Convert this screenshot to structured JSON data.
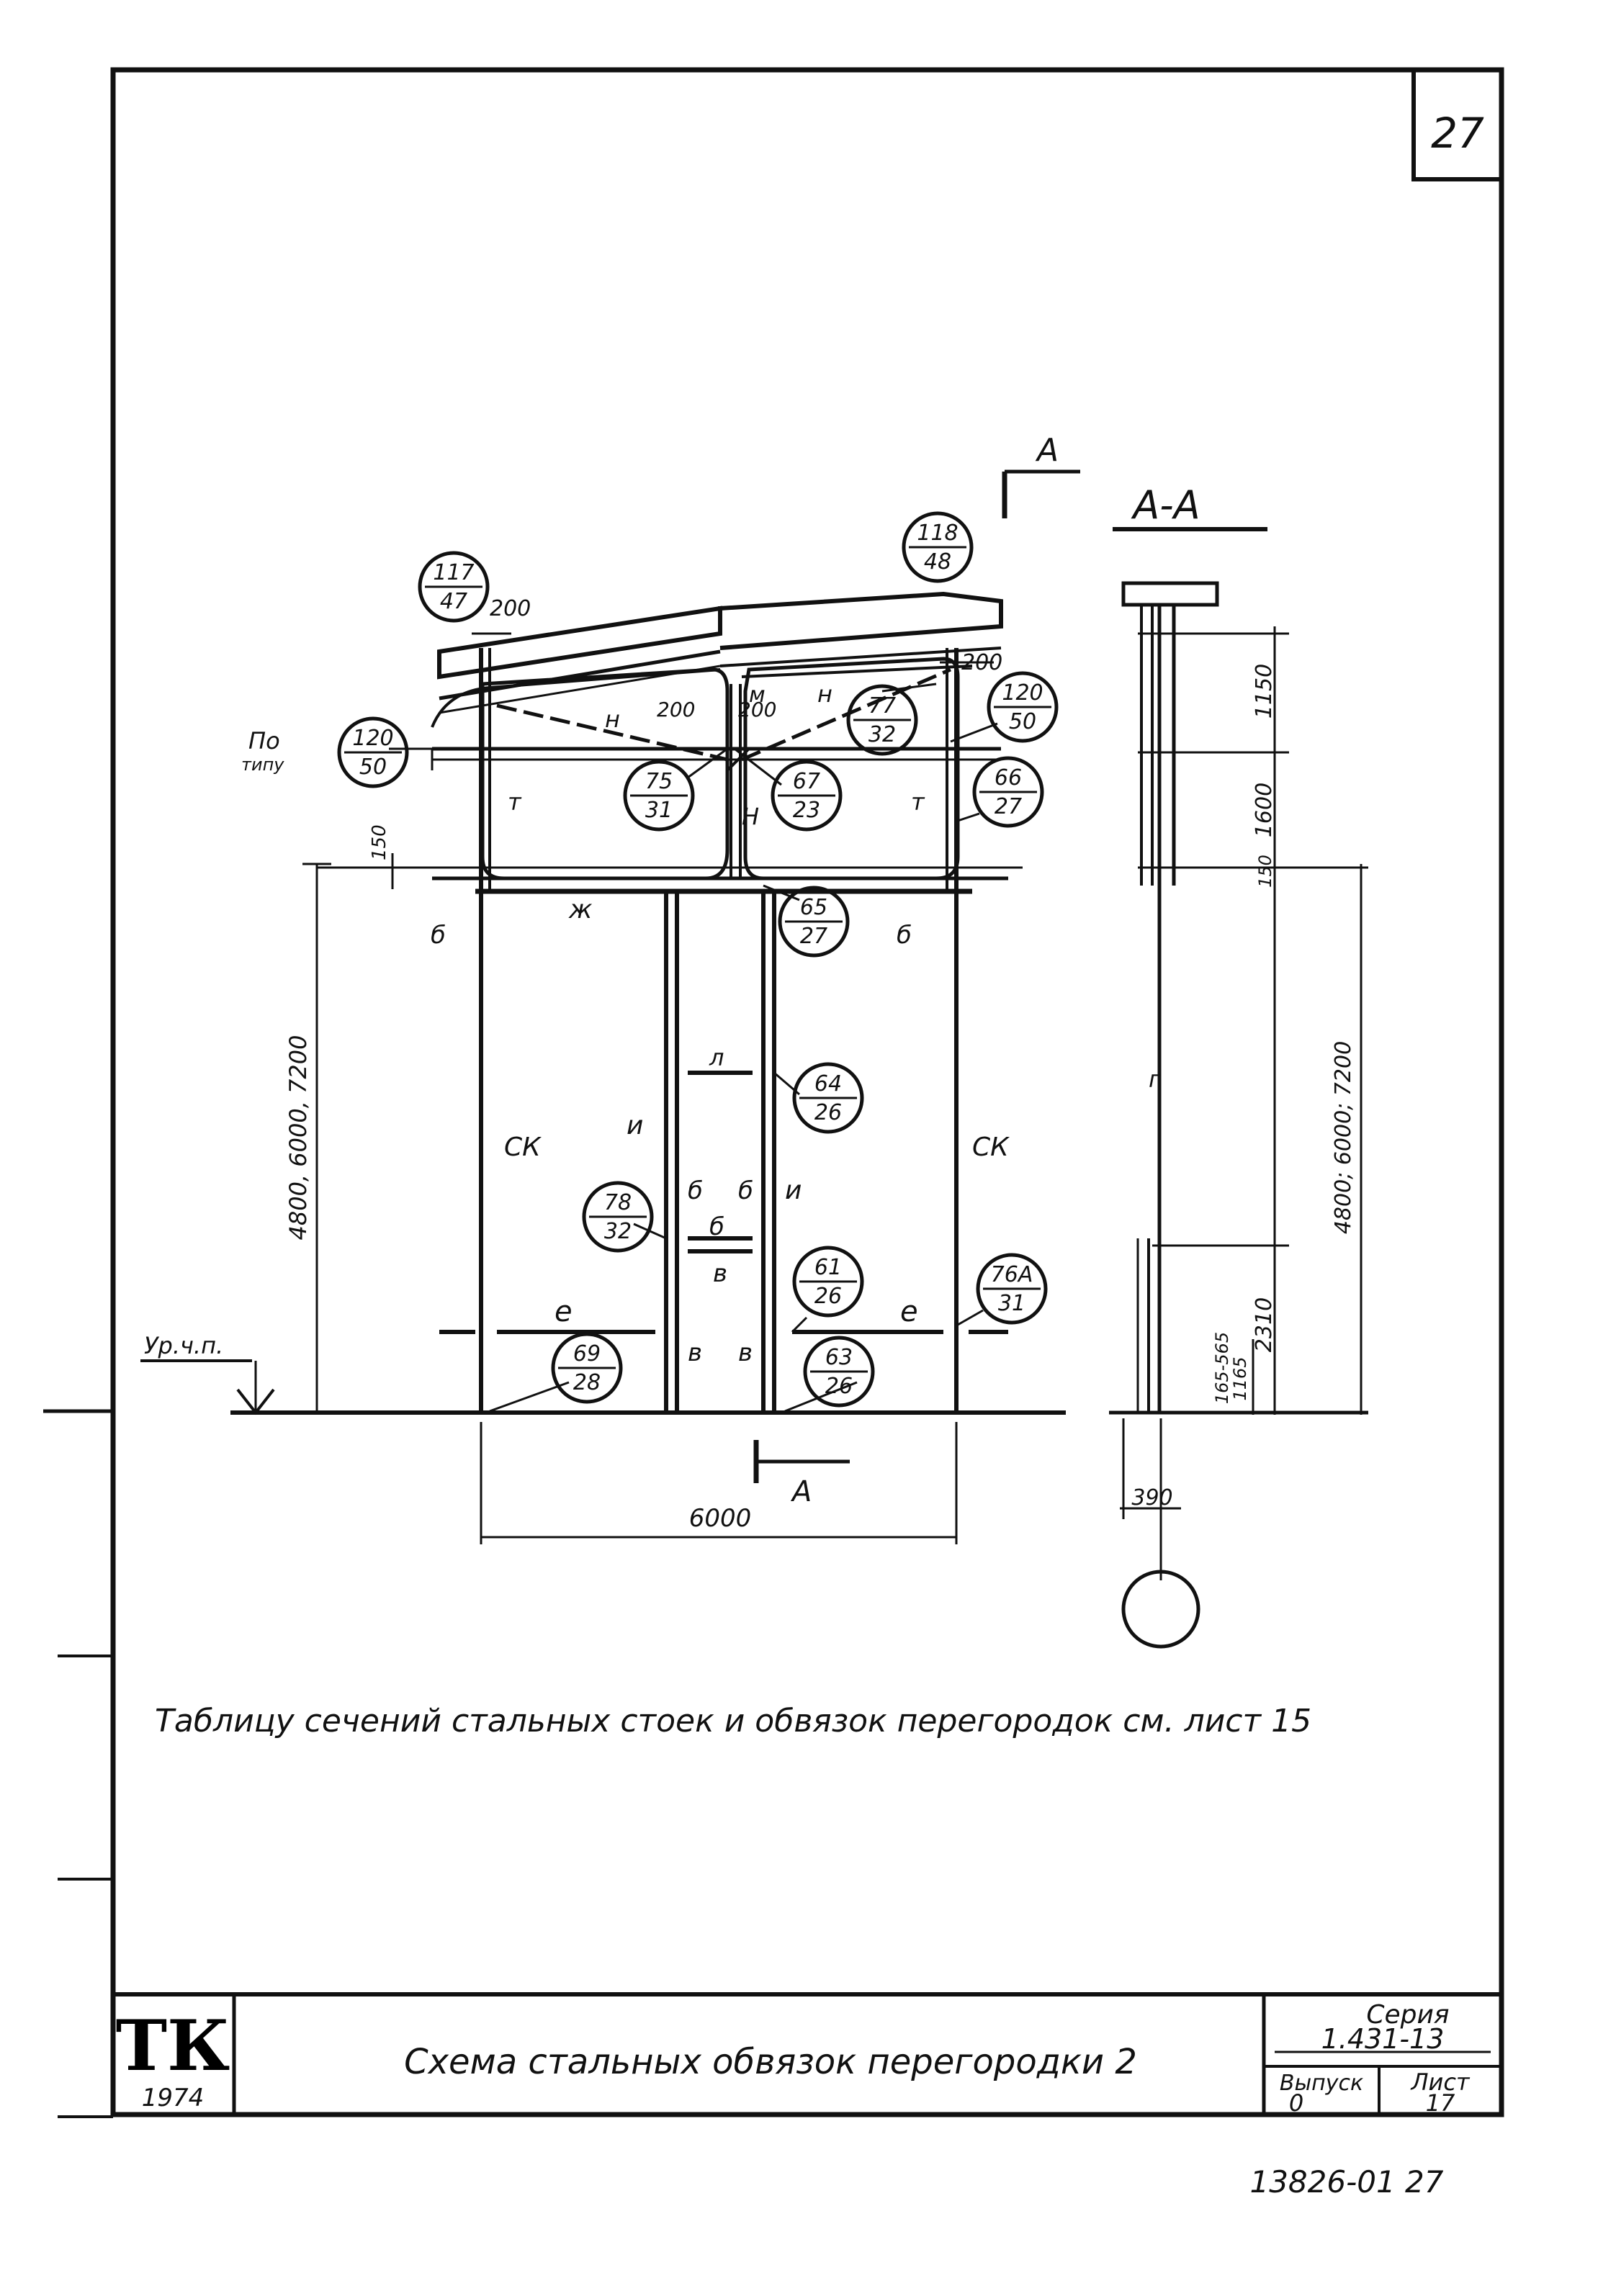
{
  "sheet_number": "27",
  "stamp_text": "13826-01 27",
  "note": "Таблицу сечений стальных стоек и обвязок перегородок см. лист 15",
  "title_block": {
    "logo": "ТК",
    "year": "1974",
    "title": "Схема стальных обвязок перегородки 2",
    "series_label": "Серия",
    "series_value": "1.431-13",
    "issue_label": "Выпуск",
    "issue_value": "0",
    "sheet_label": "Лист",
    "sheet_value": "17"
  },
  "section_mark": {
    "letter": "А",
    "section_title": "А-А"
  },
  "callouts": [
    {
      "top": "117",
      "bottom": "47"
    },
    {
      "top": "118",
      "bottom": "48"
    },
    {
      "top": "120",
      "bottom": "50"
    },
    {
      "top": "120",
      "bottom": "50"
    },
    {
      "top": "77",
      "bottom": "32"
    },
    {
      "top": "75",
      "bottom": "31"
    },
    {
      "top": "67",
      "bottom": "23"
    },
    {
      "top": "66",
      "bottom": "27"
    },
    {
      "top": "65",
      "bottom": "27"
    },
    {
      "top": "64",
      "bottom": "26"
    },
    {
      "top": "78",
      "bottom": "32"
    },
    {
      "top": "61",
      "bottom": "26"
    },
    {
      "top": "76А",
      "bottom": "31"
    },
    {
      "top": "69",
      "bottom": "28"
    },
    {
      "top": "63",
      "bottom": "26"
    }
  ],
  "labels": {
    "po_tipu_1": "По",
    "po_tipu_2": "типу",
    "ur_ch_p": "Ур.ч.п.",
    "ck": "СК",
    "m": "м",
    "n": "н",
    "h": "Н",
    "t": "т",
    "zh": "ж",
    "b": "б",
    "i": "и",
    "l": "л",
    "e": "е",
    "v": "в",
    "g": "г"
  },
  "dimensions": {
    "d200": "200",
    "d150": "150",
    "d6000": "6000",
    "d_height_main": "4800, 6000, 7200",
    "d_height_section": "4800; 6000; 7200",
    "d1150": "1150",
    "d1600": "1600",
    "d2310": "2310",
    "d165_565": "165-565",
    "d1165": "1165",
    "d390": "390"
  }
}
